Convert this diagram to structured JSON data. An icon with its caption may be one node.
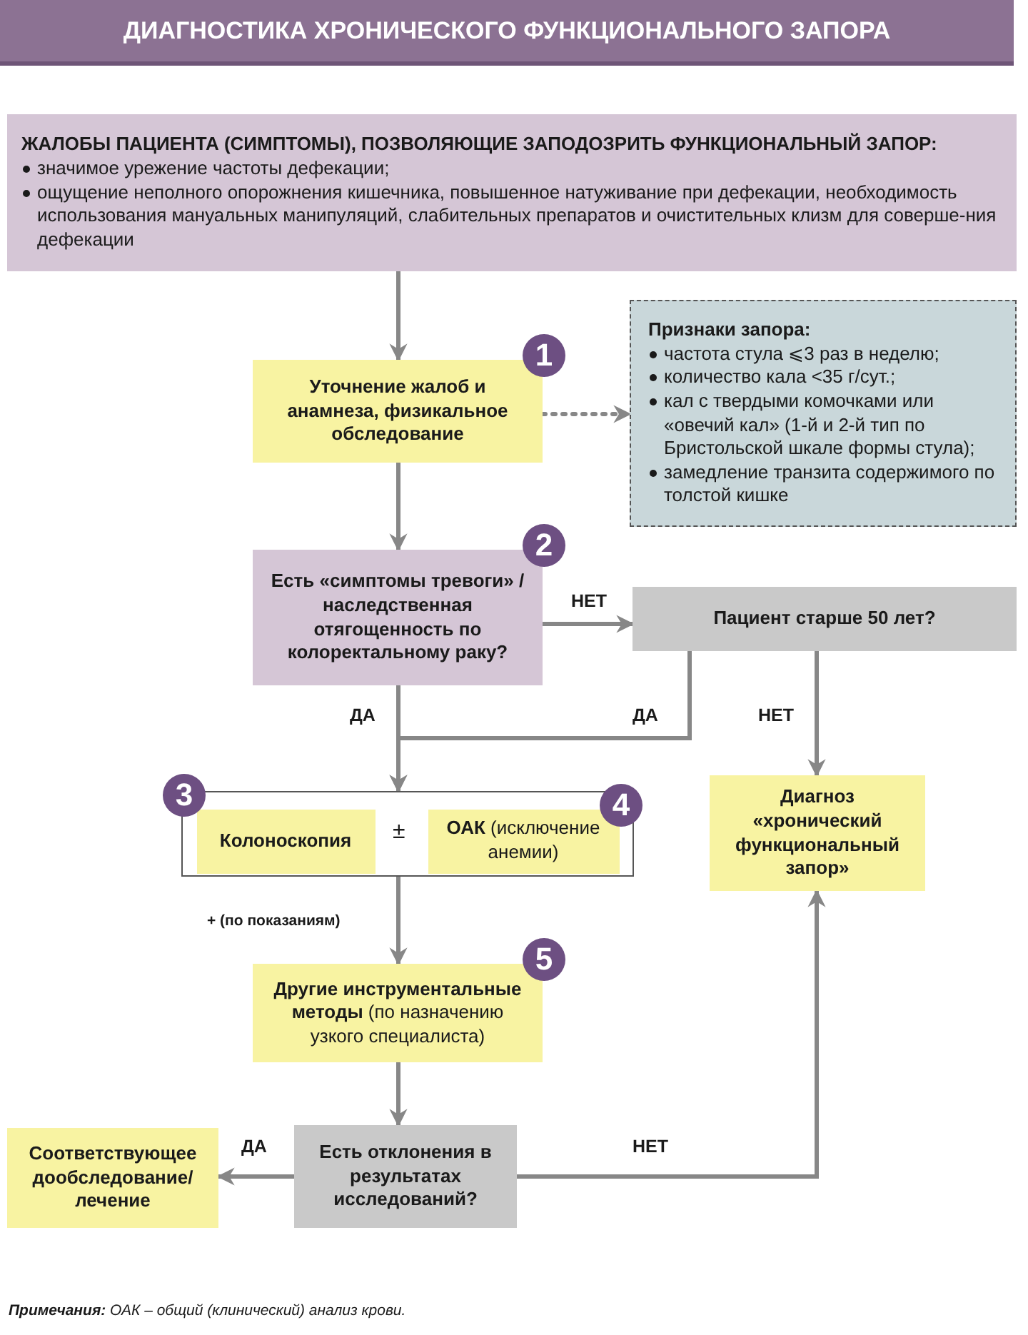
{
  "diagram": {
    "title": "ДИАГНОСТИКА ХРОНИЧЕСКОГО ФУНКЦИОНАЛЬНОГО ЗАПОРА",
    "caption": "**Примечания:** ОАК – общий (клинический) анализ крови.",
    "nodes": [
      {
        "text": [
          "ЖАЛОБЫ ПАЦИЕНТА (СИМПТОМЫ), ПОЗВОЛЯЮЩИЕ ЗАПОДОЗРИТЬ ФУНКЦИОНАЛЬНЫЙ ЗАПОР:",
          "значимое урежение частоты дефекации;",
          "ощущение неполного опорожнения кишечника, повышенное натуживание при дефекации, необходимость использования мануальных манипуляций, слабительных препаратов и очистительных клизм для соверше-ния дефекации"
        ]
      },
      {
        "text": [
          "Уточнение жалоб и анамнеза, физикальное обследование"
        ],
        "beside": [
          "1"
        ]
      },
      {
        "text": [
          "Признаки запора:",
          "частота стула ⩽3 раз в неделю;",
          "количество кала <35 г/сут.;",
          "кал с твердыми комочками или «овечий кал» (1-й и 2-й тип по Бристольской шкале формы стула);",
          "замедление транзита содержимого по толстой кишке"
        ]
      },
      {
        "text": [
          "Есть «симптомы тревоги» / наследственная отягощенность по колоректальному раку?"
        ],
        "beside": [
          "2"
        ]
      },
      {
        "text": [
          "Пациент старше 50 лет?"
        ]
      },
      {
        "text": [
          "±"
        ]
      },
      {
        "text": [
          "Колоноскопия"
        ],
        "in": 5,
        "beside": [
          "3"
        ]
      },
      {
        "text": [
          "**ОАК** (исключение анемии)"
        ],
        "in": 5,
        "beside": [
          "4"
        ]
      },
      {
        "text": [
          "Диагноз «хронический функциональный запор»"
        ]
      },
      {
        "text": [
          "**Другие инструментальные методы** (по назначению узкого специалиста)"
        ],
        "beside": [
          "5"
        ]
      },
      {
        "text": [
          "Есть отклонения в результатах исследований?"
        ]
      },
      {
        "text": [
          "Соответствующее дообследование/ лечение"
        ]
      }
    ],
    "edges": [
      {
        "from": 0,
        "to": 1,
        "arrow": "to"
      },
      {
        "from": 1,
        "to": 2,
        "arrow": "to",
        "style": "dashed"
      },
      {
        "from": 1,
        "to": 3,
        "arrow": "to"
      },
      {
        "from": 3,
        "to": 4,
        "arrow": "to",
        "label": "НЕТ"
      },
      {
        "from": 3,
        "to": 5,
        "arrow": "to",
        "label": "ДА"
      },
      {
        "from": 4,
        "to": 5,
        "arrow": "to",
        "label": "ДА"
      },
      {
        "from": 4,
        "to": 8,
        "arrow": "to",
        "label": "НЕТ"
      },
      {
        "from": 5,
        "to": 9,
        "arrow": "to",
        "label": "+ (по показаниям)"
      },
      {
        "from": 9,
        "to": 10,
        "arrow": "to"
      },
      {
        "from": 10,
        "to": 11,
        "arrow": "to",
        "label": "ДА"
      },
      {
        "from": 10,
        "to": 8,
        "arrow": "to",
        "label": "НЕТ"
      }
    ]
  }
}
